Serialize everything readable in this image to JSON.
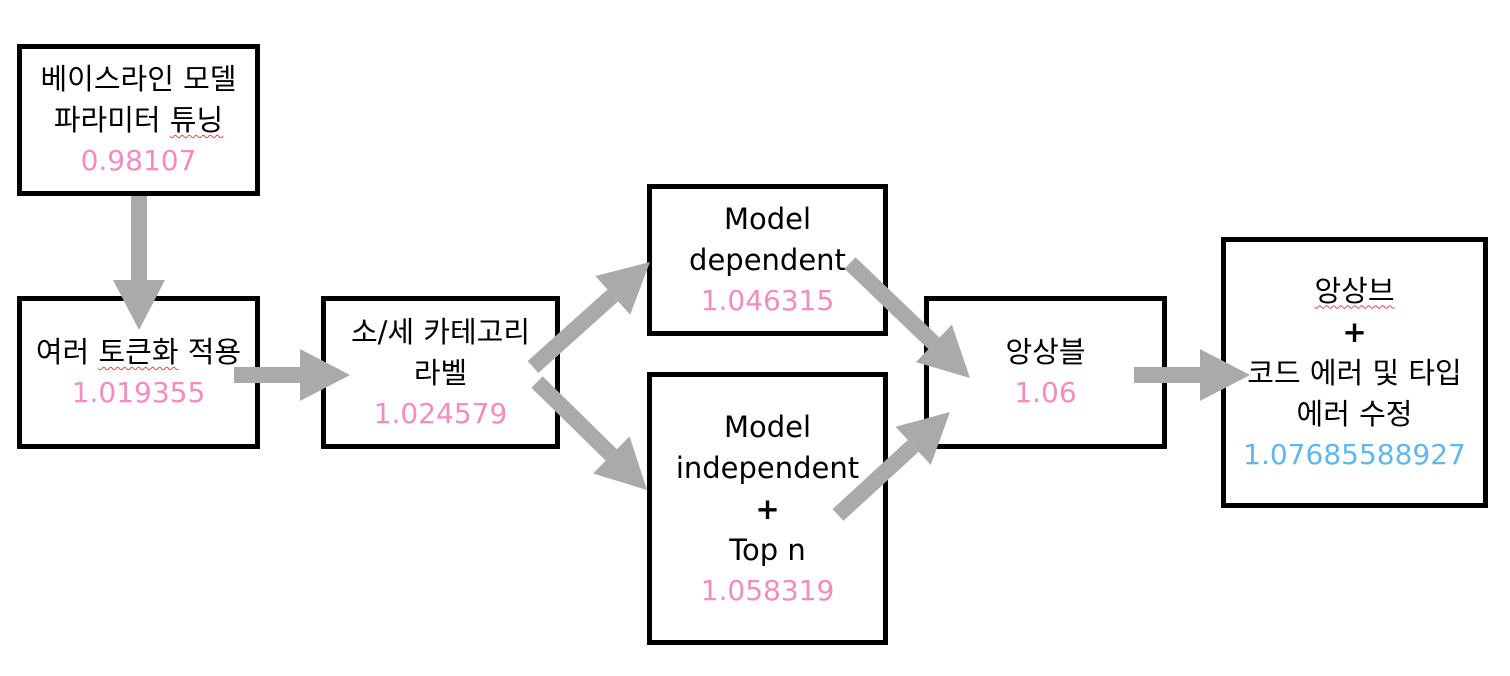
{
  "colors": {
    "score": "#f48bc1",
    "best_score": "#5fb7f0",
    "arrow": "#aaaaaa",
    "border": "#000000"
  },
  "nodes": {
    "baseline": {
      "line1": "베이스라인 모델",
      "line2_a": "파라미터 ",
      "line2_b": "튜닝",
      "score": "0.98107"
    },
    "tokenize": {
      "line1_a": "여러 ",
      "line1_b": "토큰화",
      "line1_c": " 적용",
      "score": "1.019355"
    },
    "category_label": {
      "line1": "소/세 카테고리",
      "line2": "라벨",
      "score": "1.024579"
    },
    "model_dependent": {
      "line1": "Model",
      "line2": "dependent",
      "score": "1.046315"
    },
    "model_independent": {
      "line1": "Model",
      "line2": "independent",
      "line3": "+",
      "line4": "Top n",
      "score": "1.058319"
    },
    "ensemble": {
      "line1": "앙상블",
      "score": "1.06"
    },
    "final": {
      "line1": "앙상브",
      "line2": "+",
      "line3": "코드 에러 및 타입",
      "line4": "에러 수정",
      "score": "1.07685588927"
    }
  }
}
